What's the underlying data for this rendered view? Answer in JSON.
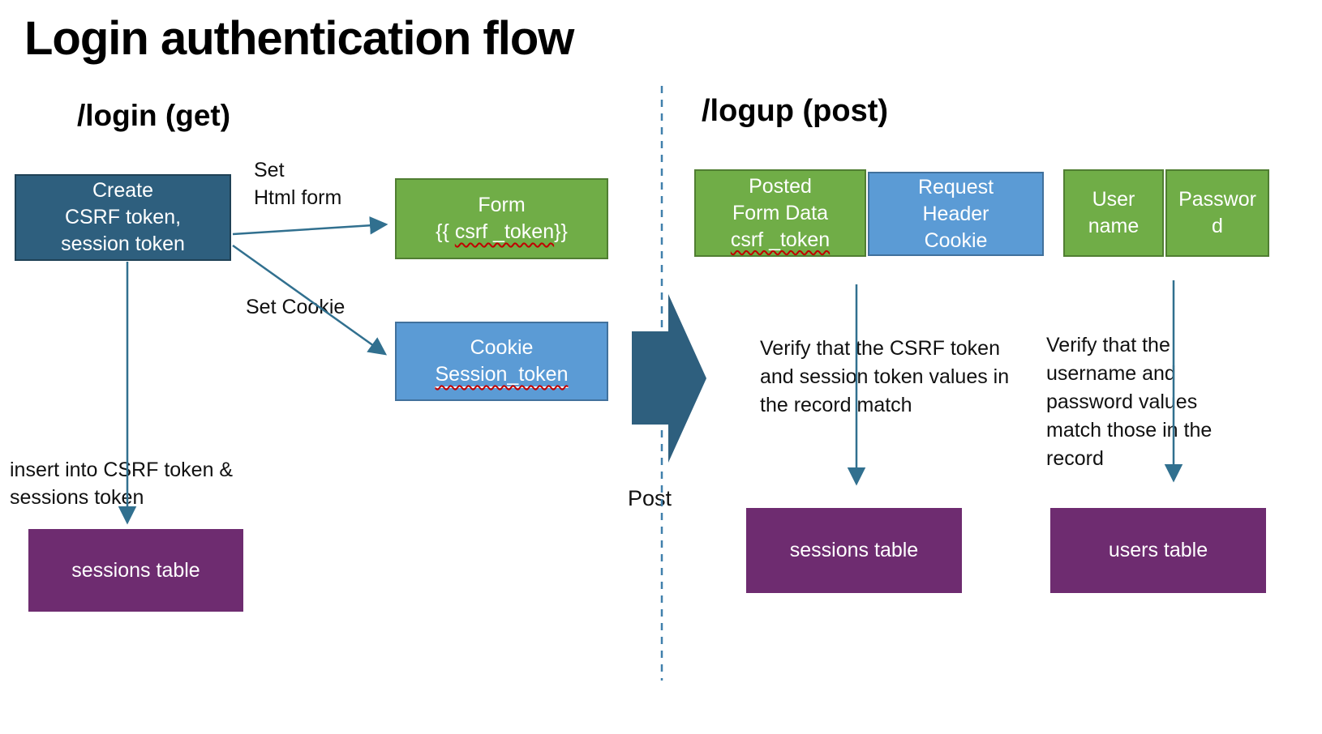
{
  "title": "Login authentication flow",
  "left": {
    "header": "/login (get)",
    "create_box": {
      "line1": "Create",
      "line2": "CSRF token,",
      "line3": "session token"
    },
    "set_html_label": {
      "line1": "Set",
      "line2": "Html form"
    },
    "form_box": {
      "line1": "Form",
      "line2_open": "{{ ",
      "line2_token": "csrf _token",
      "line2_close": "}}"
    },
    "set_cookie_label": "Set Cookie",
    "cookie_box": {
      "line1": "Cookie",
      "line2": "Session_token"
    },
    "insert_label": {
      "line1": "insert into CSRF token &",
      "line2": "sessions token"
    },
    "sessions_table_label": "sessions table"
  },
  "middle": {
    "post_label": "Post"
  },
  "right": {
    "header": "/logup (post)",
    "posted_form_box": {
      "line1": "Posted",
      "line2": "Form Data",
      "line3": "csrf _token"
    },
    "request_header_box": {
      "line1": "Request",
      "line2": "Header",
      "line3": "Cookie"
    },
    "user_box": {
      "line1": "User",
      "line2": "name"
    },
    "password_box": {
      "line1": "Password"
    },
    "verify_csrf": "Verify that the CSRF token and session token values in the record match",
    "verify_user": "Verify that the username and password values match those in the record",
    "sessions_table_label": "sessions table",
    "users_table_label": "users table"
  },
  "colors": {
    "dark_teal": "#2E5F7E",
    "dark_teal_border": "#1F4156",
    "green": "#70AD47",
    "green_border": "#507E32",
    "blue": "#5B9BD5",
    "blue_border": "#41719C",
    "purple": "#6E2C70",
    "arrow": "#31708F",
    "divider": "#4080AC",
    "squiggle_red": "#C00000"
  }
}
